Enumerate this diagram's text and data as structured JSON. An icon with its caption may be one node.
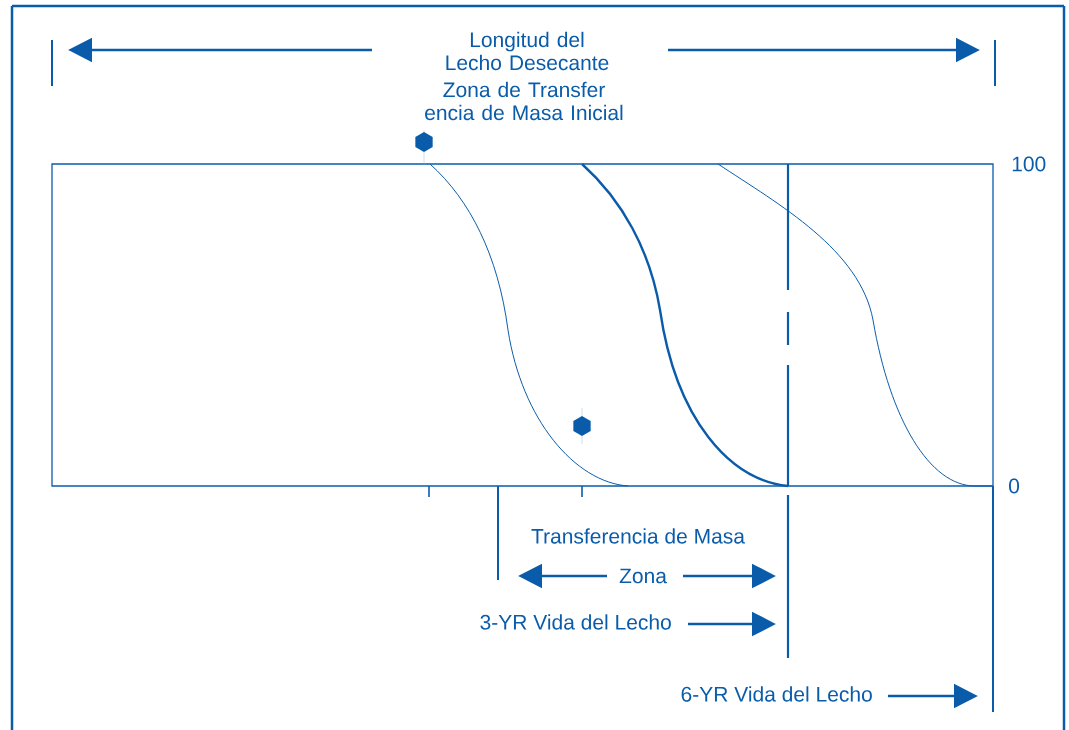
{
  "diagram": {
    "labels": [
      "Longitud del Lecho Desecante",
      "Zona de Transfer encia de Masa Inicial",
      "100",
      "0",
      "Transferencia de Masa",
      "Zona",
      "3-YR Vida del Lecho",
      "6-YR Vida del Lecho"
    ]
  }
}
